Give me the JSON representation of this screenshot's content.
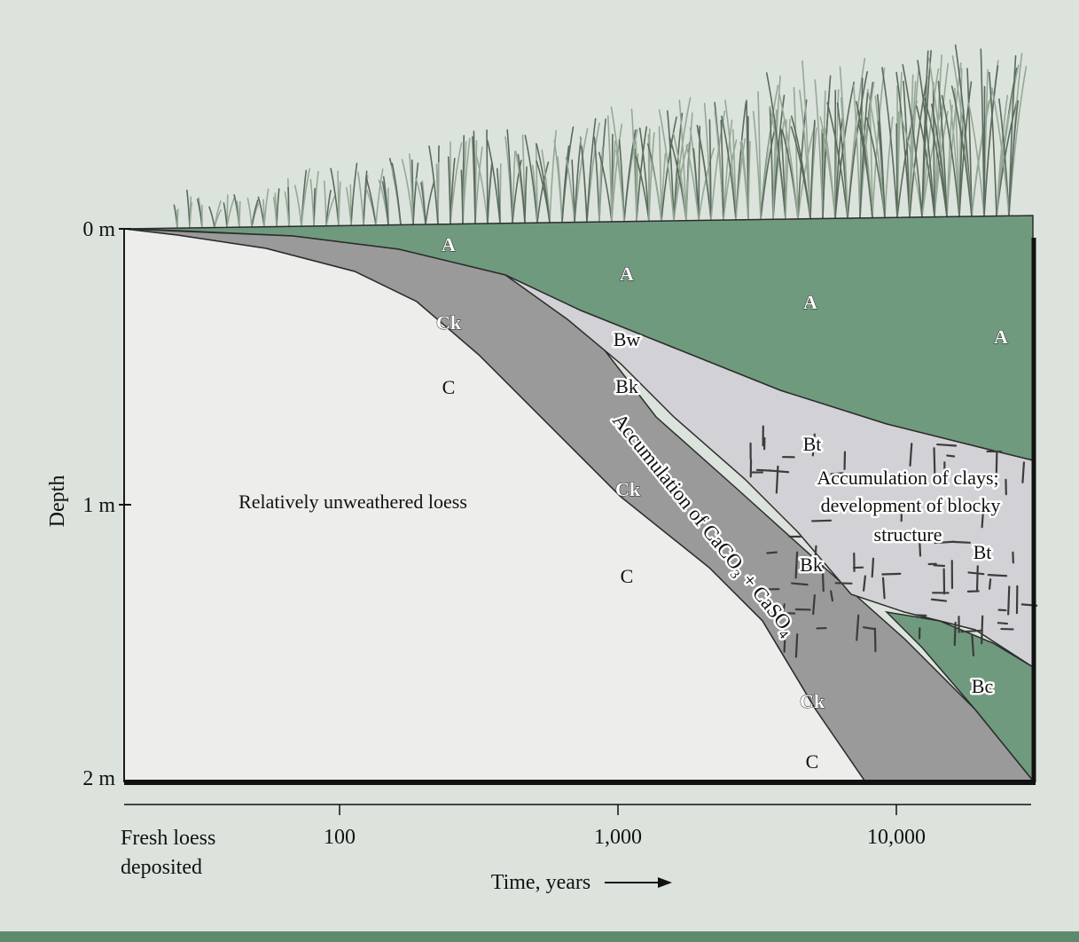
{
  "depth_axis": {
    "title": "Depth",
    "ticks": [
      "0 m",
      "1 m",
      "2 m"
    ]
  },
  "time_axis": {
    "title": "Time, years",
    "start_label": "Fresh loess deposited",
    "start_label_line1": "Fresh loess",
    "start_label_line2": "deposited",
    "ticks": [
      "100",
      "1,000",
      "10,000"
    ]
  },
  "horizons": {
    "a1": "A",
    "a2": "A",
    "a3": "A",
    "a4": "A",
    "ck1": "Ck",
    "ck2": "Ck",
    "ck3": "Ck",
    "c1": "C",
    "c2": "C",
    "c3": "C",
    "bw": "Bw",
    "bk1": "Bk",
    "bk2": "Bk",
    "bt1": "Bt",
    "bt2": "Bt",
    "bc": "Bc"
  },
  "annotations": {
    "loess": "Relatively unweathered loess",
    "carbonate_prefix": "Accumulation of CaCO",
    "carbonate_sub1": "3",
    "carbonate_mid": " + CaSO",
    "carbonate_sub2": "4",
    "clays": "Accumulation of clays;",
    "clays_line1": "Accumulation of clays;",
    "clays_line2": "development of blocky",
    "clays_line3": "structure"
  },
  "colors": {
    "background": "#dce3dc",
    "a_horizon": "#6f9a7e",
    "carbonate_zone": "#9a9a9a",
    "b_horizon": "#d2d2d6",
    "loess": "#ededec",
    "bottom_rule": "#5e8a6c"
  }
}
